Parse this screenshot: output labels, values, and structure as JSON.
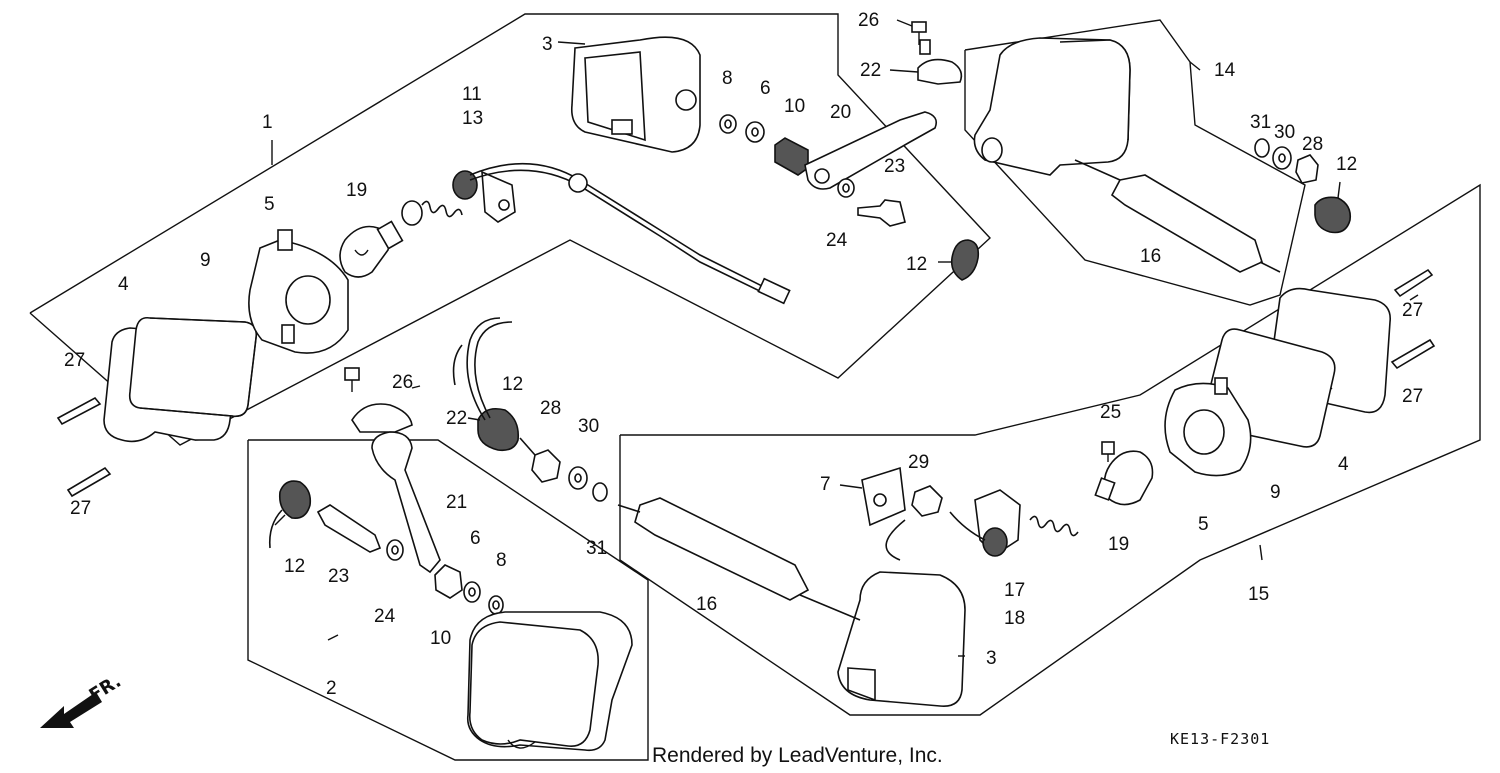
{
  "callouts": [
    {
      "id": "c1",
      "text": "1"
    },
    {
      "id": "c2",
      "text": "2"
    },
    {
      "id": "c3a",
      "text": "3"
    },
    {
      "id": "c3b",
      "text": "3"
    },
    {
      "id": "c4a",
      "text": "4"
    },
    {
      "id": "c4b",
      "text": "4"
    },
    {
      "id": "c5a",
      "text": "5"
    },
    {
      "id": "c5b",
      "text": "5"
    },
    {
      "id": "c6a",
      "text": "6"
    },
    {
      "id": "c6b",
      "text": "6"
    },
    {
      "id": "c7",
      "text": "7"
    },
    {
      "id": "c8a",
      "text": "8"
    },
    {
      "id": "c8b",
      "text": "8"
    },
    {
      "id": "c9a",
      "text": "9"
    },
    {
      "id": "c9b",
      "text": "9"
    },
    {
      "id": "c10a",
      "text": "10"
    },
    {
      "id": "c10b",
      "text": "10"
    },
    {
      "id": "c11",
      "text": "11"
    },
    {
      "id": "c12a",
      "text": "12"
    },
    {
      "id": "c12b",
      "text": "12"
    },
    {
      "id": "c12c",
      "text": "12"
    },
    {
      "id": "c12d",
      "text": "12"
    },
    {
      "id": "c13",
      "text": "13"
    },
    {
      "id": "c14",
      "text": "14"
    },
    {
      "id": "c15",
      "text": "15"
    },
    {
      "id": "c16a",
      "text": "16"
    },
    {
      "id": "c16b",
      "text": "16"
    },
    {
      "id": "c17",
      "text": "17"
    },
    {
      "id": "c18",
      "text": "18"
    },
    {
      "id": "c19a",
      "text": "19"
    },
    {
      "id": "c19b",
      "text": "19"
    },
    {
      "id": "c20",
      "text": "20"
    },
    {
      "id": "c21",
      "text": "21"
    },
    {
      "id": "c22a",
      "text": "22"
    },
    {
      "id": "c22b",
      "text": "22"
    },
    {
      "id": "c23a",
      "text": "23"
    },
    {
      "id": "c23b",
      "text": "23"
    },
    {
      "id": "c24a",
      "text": "24"
    },
    {
      "id": "c24b",
      "text": "24"
    },
    {
      "id": "c25",
      "text": "25"
    },
    {
      "id": "c26a",
      "text": "26"
    },
    {
      "id": "c26b",
      "text": "26"
    },
    {
      "id": "c27a",
      "text": "27"
    },
    {
      "id": "c27b",
      "text": "27"
    },
    {
      "id": "c27c",
      "text": "27"
    },
    {
      "id": "c27d",
      "text": "27"
    },
    {
      "id": "c28a",
      "text": "28"
    },
    {
      "id": "c28b",
      "text": "28"
    },
    {
      "id": "c29",
      "text": "29"
    },
    {
      "id": "c30a",
      "text": "30"
    },
    {
      "id": "c30b",
      "text": "30"
    },
    {
      "id": "c31a",
      "text": "31"
    },
    {
      "id": "c31b",
      "text": "31"
    }
  ],
  "direction_arrow": {
    "label": "FR.",
    "icon": "front-arrow-icon"
  },
  "footer": {
    "credit": "Rendered by LeadVenture, Inc.",
    "code": "KE13-F2301"
  },
  "colors": {
    "ink": "#111111",
    "background": "#ffffff"
  }
}
